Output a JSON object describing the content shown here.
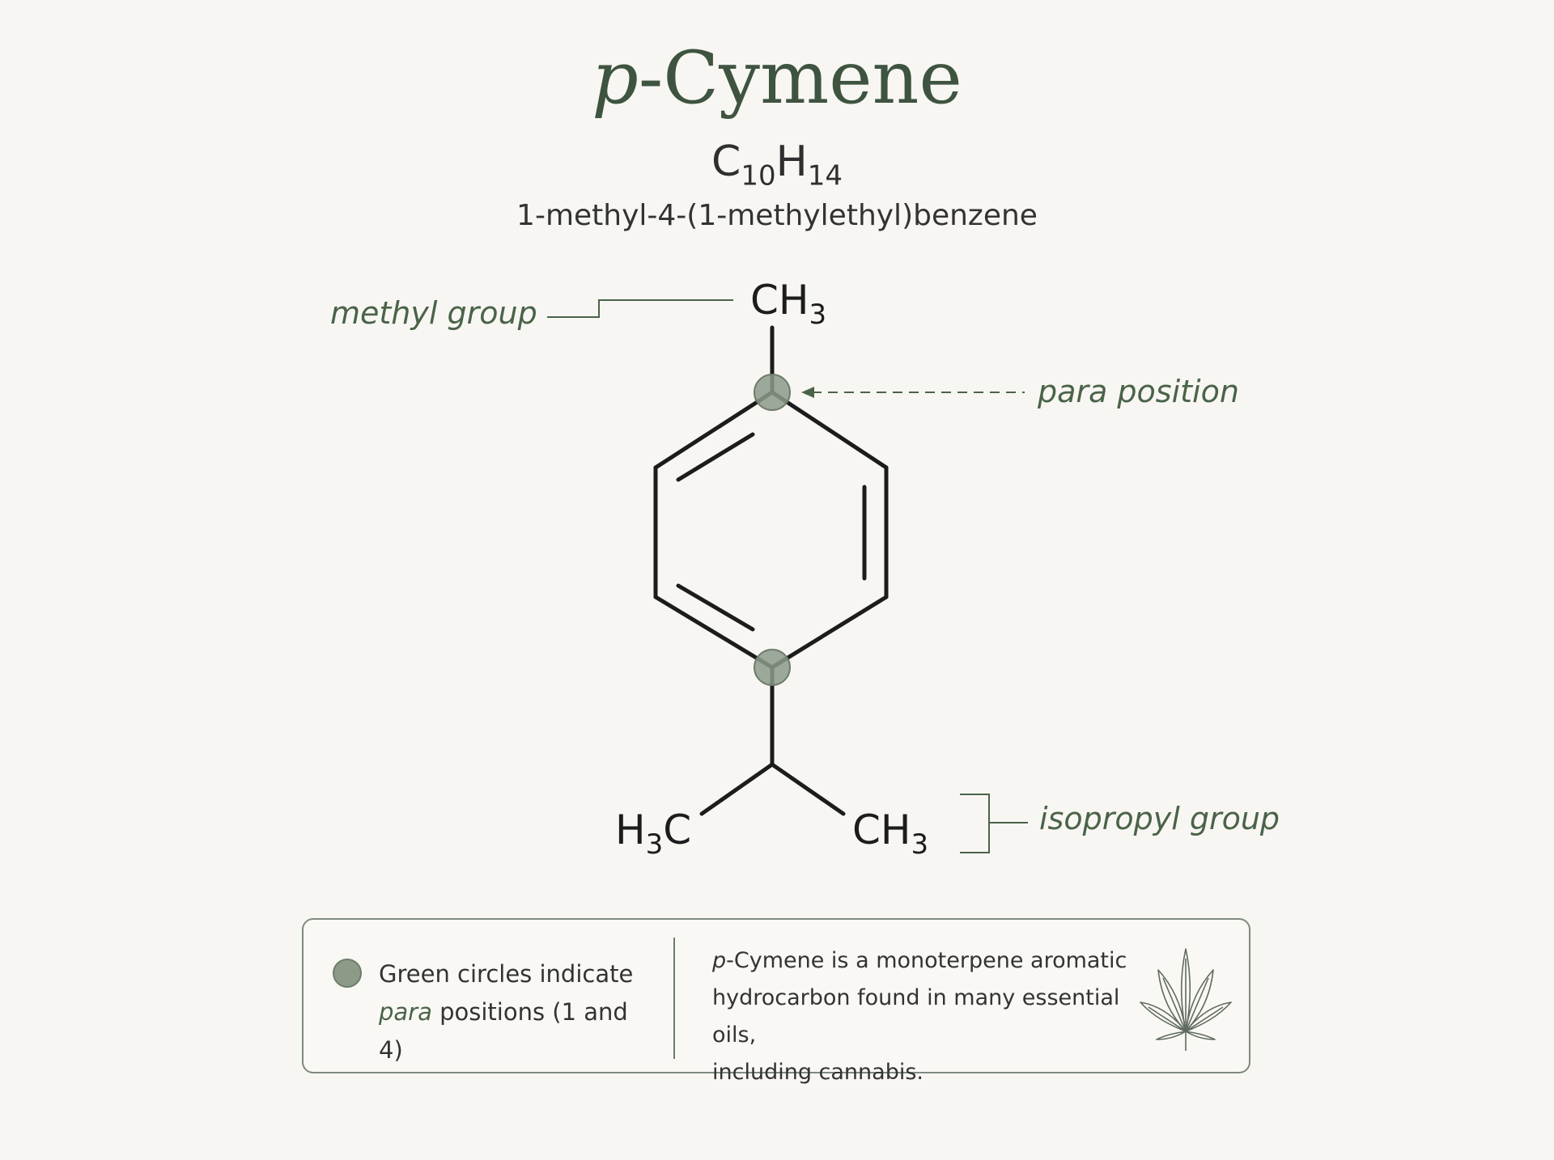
{
  "header": {
    "title_prefix": "p",
    "title_rest": "-Cymene",
    "formula": {
      "c": "C",
      "c_count": "10",
      "h": "H",
      "h_count": "14"
    },
    "iupac": "1-methyl-4-(1-methylethyl)benzene"
  },
  "molecule": {
    "top_group": {
      "main": "CH",
      "sub": "3"
    },
    "left_group": {
      "pre": "H",
      "sub": "3",
      "post": "C"
    },
    "right_group": {
      "main": "CH",
      "sub": "3"
    }
  },
  "callouts": {
    "methyl": "methyl group",
    "para": "para position",
    "isopropyl": "isopropyl group"
  },
  "legend": {
    "line1": "Green circles indicate",
    "para_word": "para",
    "line2_rest": " positions (1 and 4)",
    "desc_prefix": "p",
    "desc_line1_rest": "-Cymene is a monoterpene aromatic",
    "desc_line2": "hydrocarbon found in many essential oils,",
    "desc_line3": "including cannabis."
  },
  "colors": {
    "accent_green": "#4a6348",
    "marker_green": "#8c9a88",
    "bond": "#1c1c1c"
  },
  "icons": [
    "green-circle-icon",
    "cannabis-leaf-icon"
  ]
}
